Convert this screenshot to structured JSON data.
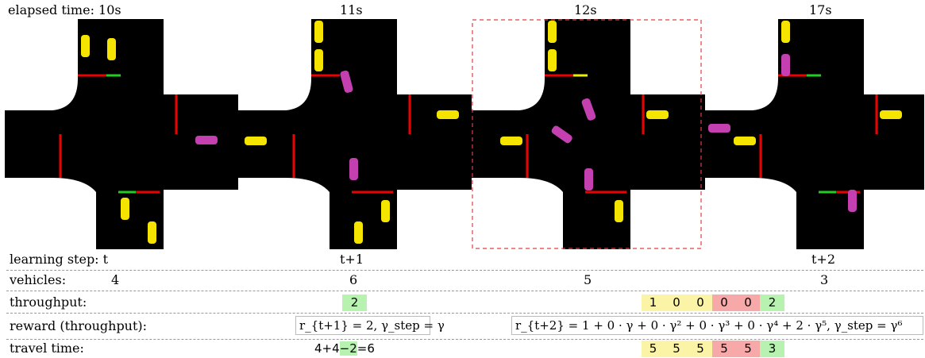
{
  "header": {
    "elapsed_label": "elapsed time:",
    "times": [
      "10s",
      "11s",
      "12s",
      "17s"
    ]
  },
  "rows": {
    "learning_step": {
      "label": "learning step:",
      "values": [
        "t",
        "t+1",
        "",
        "t+2"
      ]
    },
    "vehicles": {
      "label": "vehicles:",
      "values": [
        "4",
        "6",
        "5",
        "3"
      ]
    },
    "throughput": {
      "label": "throughput:",
      "v11": "2",
      "seq": [
        "1",
        "0",
        "0",
        "0",
        "0",
        "2"
      ]
    },
    "reward": {
      "label": "reward (throughput):",
      "r1": "rₜ₊₁ = 2, γ step = γ",
      "r1_full": "r_{t+1} = 2, γ_step = γ",
      "r2": "r_{t+2} = 1 + 0 · γ + 0 · γ² + 0 · γ³ + 0 · γ⁴ + 2 · γ⁵, γ_step = γ⁶"
    },
    "travel_time": {
      "label": "travel time:",
      "expr_a": "4+4",
      "expr_b": "−2",
      "expr_c": "=6",
      "seq": [
        "5",
        "5",
        "5",
        "5",
        "5",
        "3"
      ]
    }
  },
  "colors": {
    "yellow": "#fbf3a6",
    "red": "#f7a8a8",
    "green": "#b7f2b1",
    "car_yellow": "#f5e400",
    "car_magenta": "#c43fb0"
  }
}
